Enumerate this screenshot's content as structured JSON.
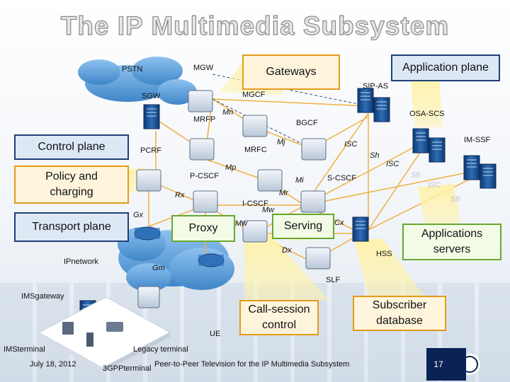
{
  "title": "The IP Multimedia Subsystem",
  "nodes": {
    "pstn": "PSTN",
    "mgw": "MGW",
    "sgw": "SGW",
    "mrfp": "MRFP",
    "mgcf": "MGCF",
    "bgcf": "BGCF",
    "sip_as": "SIP-AS",
    "osa_scs": "OSA-SCS",
    "im_ssf": "IM-SSF",
    "pcrf": "PCRF",
    "mrfc": "MRFC",
    "p_cscf": "P-CSCF",
    "s_cscf": "S-CSCF",
    "i_cscf": "I-CSCF",
    "hss": "HSS",
    "slf": "SLF",
    "ip_network": "IPnetwork",
    "ims_gateway": "IMSgateway",
    "ue": "UE",
    "ims_terminal": "IMSterminal",
    "legacy_terminal": "Legacy terminal",
    "terminal_3gpp": "3GPPterminal"
  },
  "interfaces": {
    "mn": "Mn",
    "mj": "Mj",
    "isc1": "ISC",
    "sh1": "Sh",
    "isc2": "ISC",
    "sh2": "Sh",
    "isc3": "ISC",
    "sh3": "Sh",
    "mp": "Mp",
    "mi": "Mi",
    "rx": "Rx",
    "mr": "Mr",
    "mw1": "Mw",
    "mw2": "Mw",
    "gx": "Gx",
    "gm": "Gm",
    "dx": "Dx",
    "cx": "Cx"
  },
  "callouts": {
    "gateways": "Gateways",
    "application_plane": "Application plane",
    "control_plane": "Control plane",
    "policy_charging": "Policy and charging",
    "transport_plane": "Transport plane",
    "proxy": "Proxy",
    "serving": "Serving",
    "applications_servers": "Applications servers",
    "call_session_control": "Call-session control",
    "subscriber_database": "Subscriber database"
  },
  "footer": {
    "date": "July 18, 2012",
    "caption": "Peer-to-Peer Television for the IP Multimedia Subsystem",
    "page": "17"
  },
  "colors": {
    "blue_border": "#1f3f78",
    "orange_border": "#e39b1a",
    "green_border": "#66a82e",
    "link": "#f0b040",
    "cloud": "#5da2dd",
    "server": "#1a4e8f"
  }
}
